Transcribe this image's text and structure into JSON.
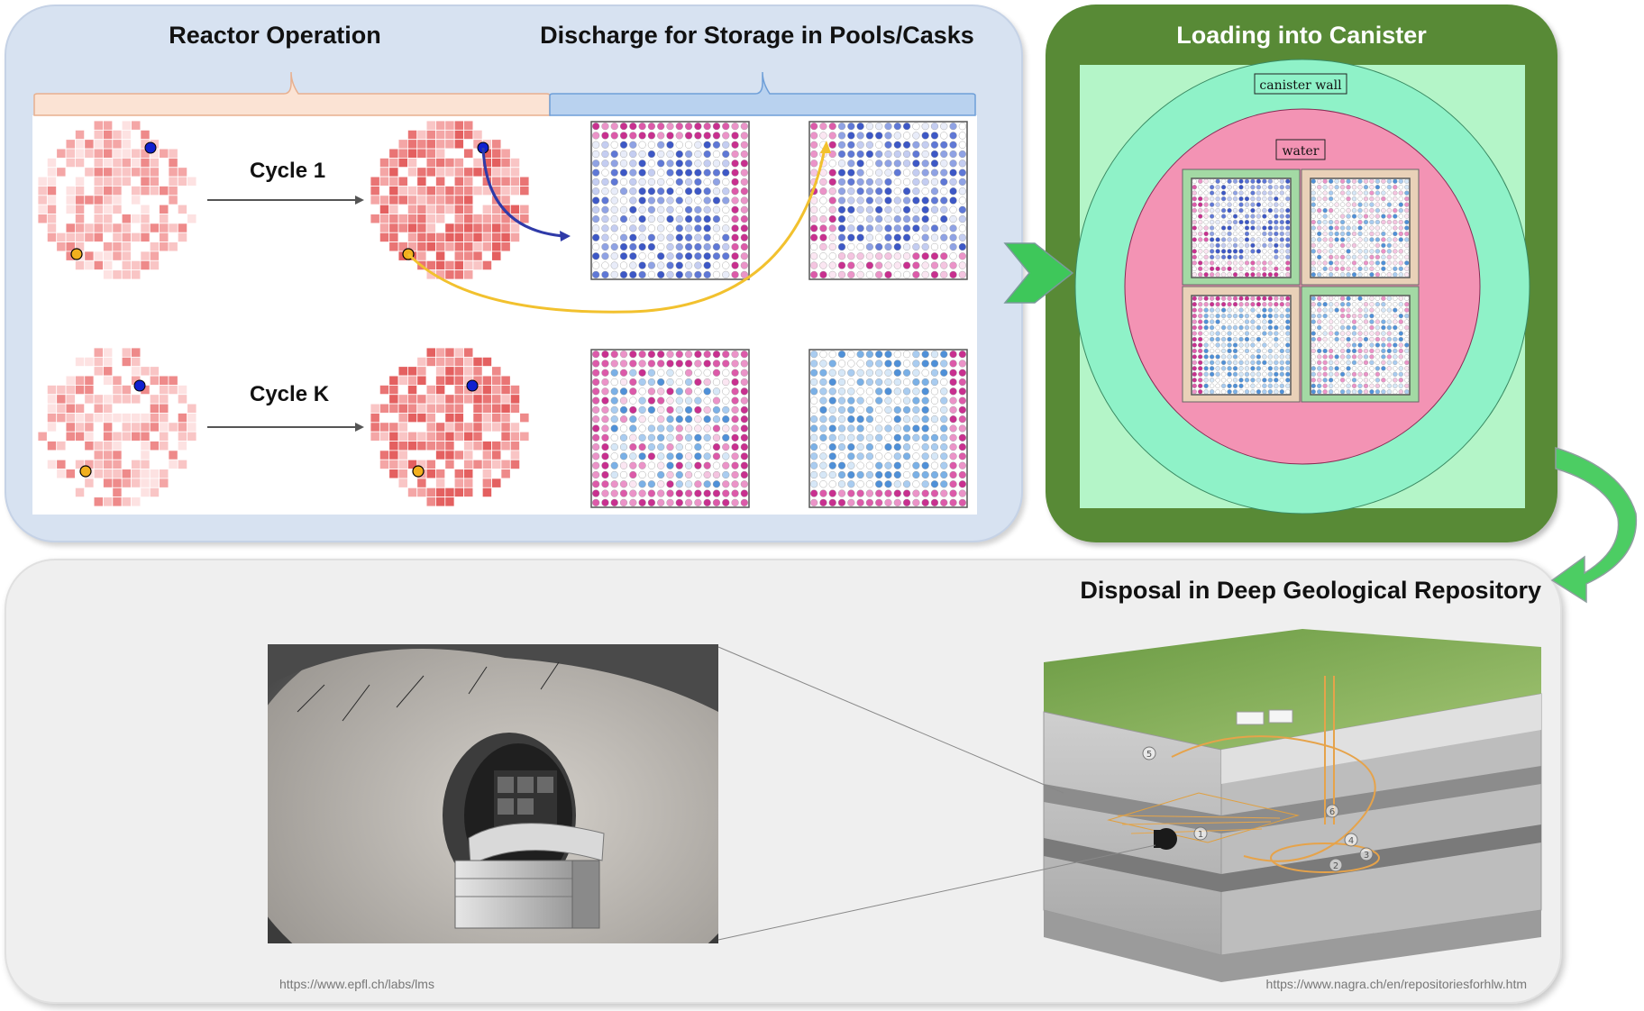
{
  "headings": {
    "reactor_operation": "Reactor Operation",
    "discharge": "Discharge for Storage in Pools/Casks",
    "loading": "Loading into Canister",
    "disposal": "Disposal in Deep Geological Repository"
  },
  "cycles": {
    "cycle_1": "Cycle 1",
    "cycle_k": "Cycle K"
  },
  "canister": {
    "wall_label": "canister wall",
    "water_label": "water"
  },
  "repository_markers": [
    "5",
    "6",
    "1",
    "4",
    "2",
    "3"
  ],
  "sources": {
    "epfl": "https://www.epfl.ch/labs/lms",
    "nagra": "https://www.nagra.ch/en/repositoriesforhlw.htm"
  },
  "colors": {
    "top_panel_bg": "#d7e2f1",
    "canister_panel_bg": "#588a36",
    "bottom_panel_bg": "#efefef",
    "reactor_brace": "#fbe3d4",
    "pool_brace": "#b9d2ef",
    "blue_path": "#2f3aa8",
    "yellow_path": "#f2c12e",
    "water": "#f393b4",
    "canister_wall": "#8ff2c8",
    "outer_field": "#b4f5c8"
  }
}
